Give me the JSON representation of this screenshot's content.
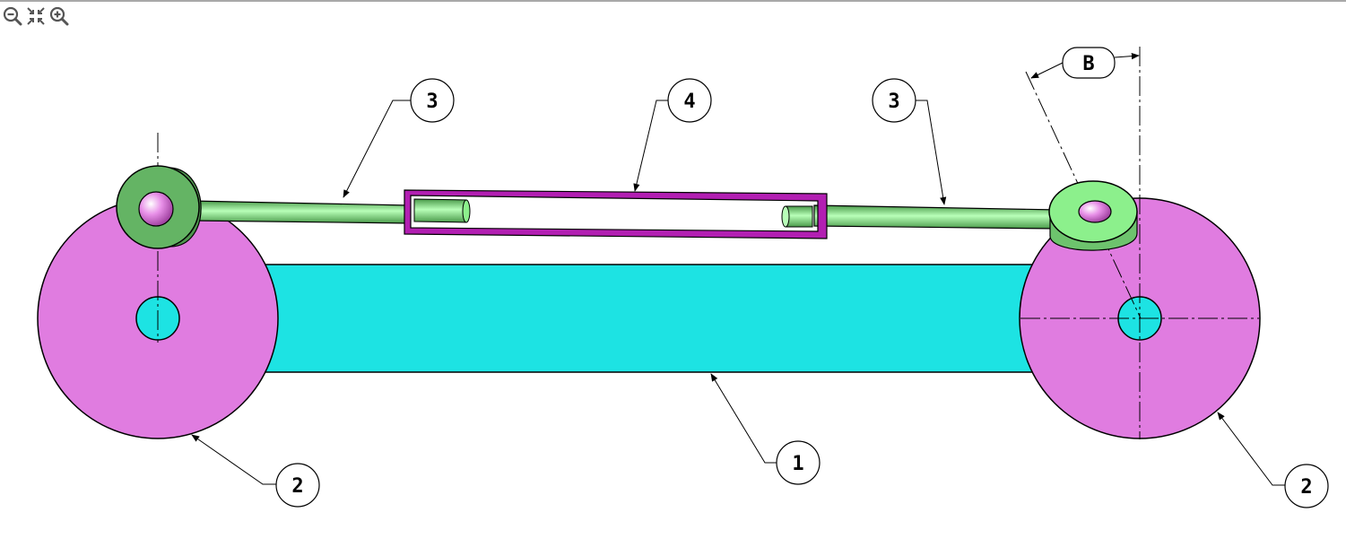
{
  "toolbar": {
    "buttons": [
      {
        "icon": "zoom-out-icon"
      },
      {
        "icon": "fit-all-icon"
      },
      {
        "icon": "zoom-in-icon"
      }
    ]
  },
  "diagram": {
    "colors": {
      "frame": "#1de3e3",
      "wheel": "#e07ce0",
      "arm": "#64b464",
      "rod": "#8cf08c",
      "sleeve": "#b21fb2",
      "pin": "#f0a0f0"
    },
    "callouts": {
      "frame": "1",
      "wheel_left": "2",
      "wheel_right": "2",
      "rod_left": "3",
      "rod_right": "3",
      "sleeve": "4",
      "angle": "B"
    }
  }
}
